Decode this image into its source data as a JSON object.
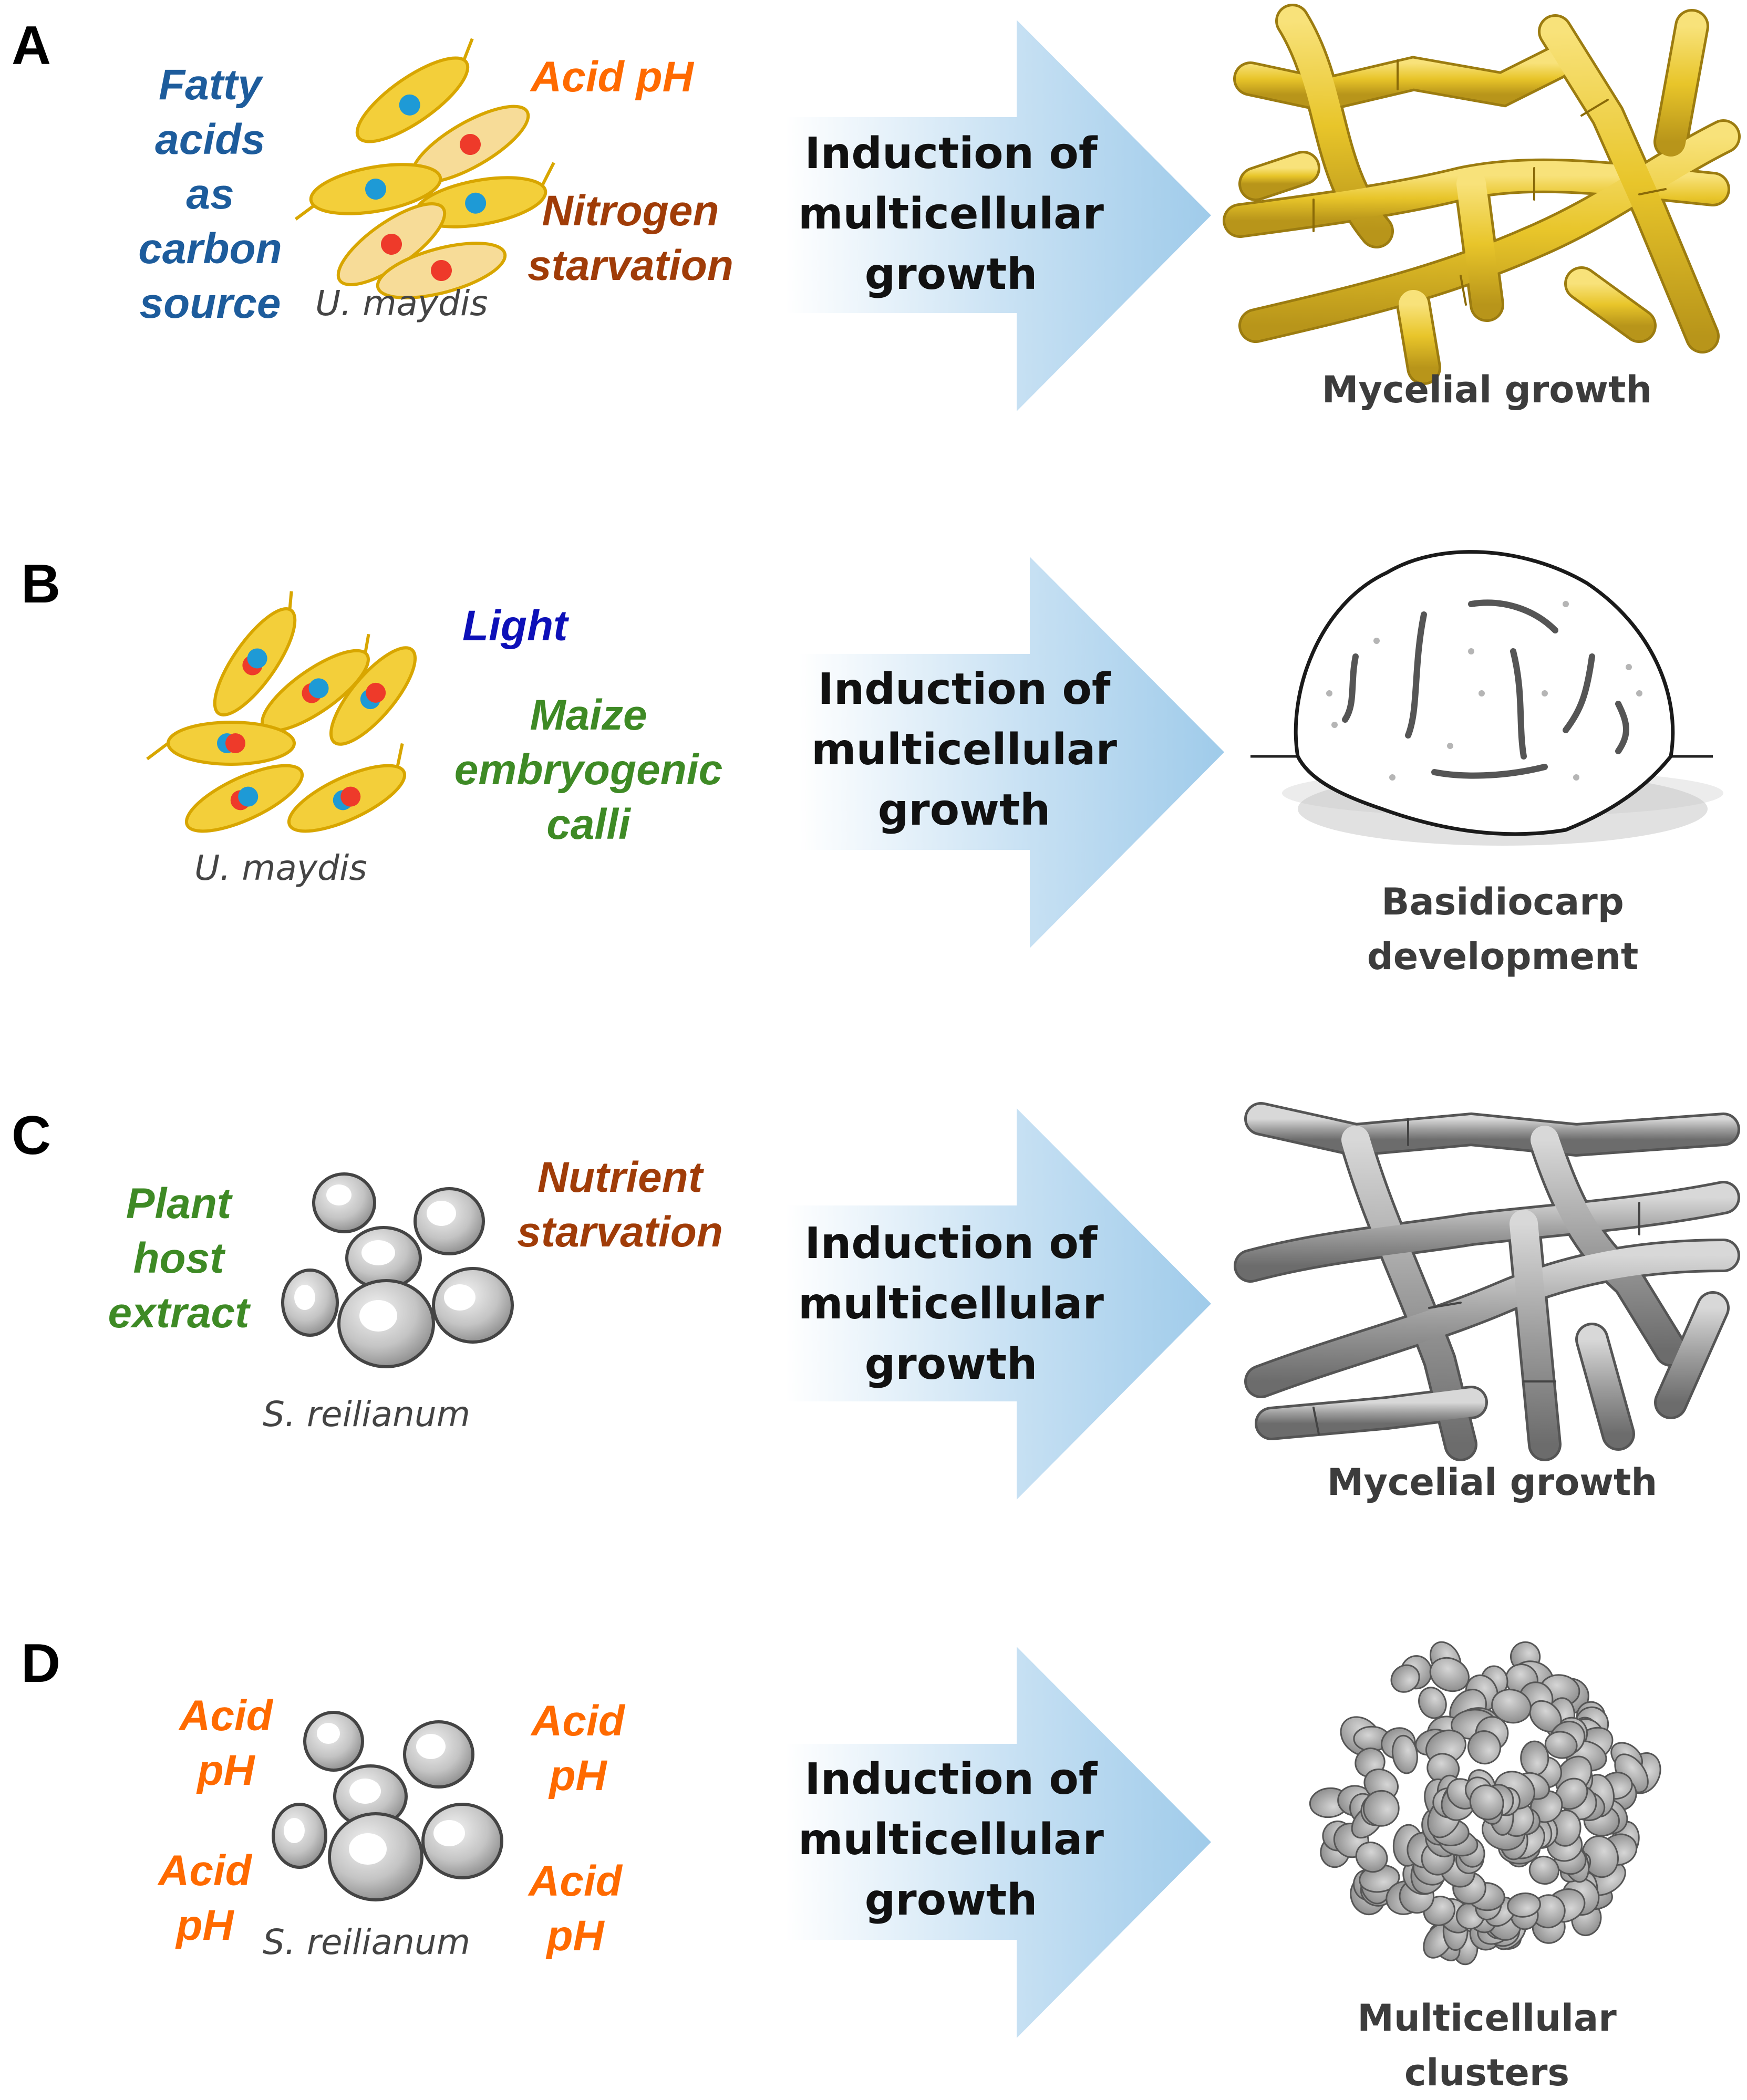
{
  "colors": {
    "blue_text": "#1d5c9c",
    "orange_text": "#ff6a00",
    "brown_text": "#a03c08",
    "dark_blue_text": "#0d10b8",
    "green_text": "#3e8a25",
    "yellow_cell": "#f3cf3a",
    "pale_cell": "#f7dc98",
    "gray_cell": "#c9c9c9",
    "arrow_light": "#ffffff",
    "arrow_dark": "#9fcbea"
  },
  "panels": [
    {
      "letter": "A",
      "conditions": {
        "fatty": [
          "Fatty",
          "acids",
          "as",
          "carbon",
          "source"
        ],
        "acid": "Acid pH",
        "nitrogen": [
          "Nitrogen",
          "starvation"
        ]
      },
      "organism": "U. maydis",
      "arrow_text": [
        "Induction of",
        "multicellular",
        "growth"
      ],
      "outcome": [
        "Mycelial growth"
      ],
      "outcome_icon": "yellow-hyphae"
    },
    {
      "letter": "B",
      "conditions": {
        "light": "Light",
        "maize": [
          "Maize",
          "embryogenic",
          "calli"
        ]
      },
      "organism": "U. maydis",
      "arrow_text": [
        "Induction of",
        "multicellular",
        "growth"
      ],
      "outcome": [
        "Basidiocarp",
        "development"
      ],
      "outcome_icon": "basidiocarp"
    },
    {
      "letter": "C",
      "conditions": {
        "plant": [
          "Plant",
          "host",
          "extract"
        ],
        "nutrient": [
          "Nutrient",
          "starvation"
        ]
      },
      "organism": "S. reilianum",
      "arrow_text": [
        "Induction of",
        "multicellular",
        "growth"
      ],
      "outcome": [
        "Mycelial growth"
      ],
      "outcome_icon": "gray-hyphae"
    },
    {
      "letter": "D",
      "conditions": {
        "acid_tl": [
          "Acid",
          "pH"
        ],
        "acid_tr": [
          "Acid",
          "pH"
        ],
        "acid_bl": [
          "Acid",
          "pH"
        ],
        "acid_br": [
          "Acid",
          "pH"
        ]
      },
      "organism": "S. reilianum",
      "arrow_text": [
        "Induction of",
        "multicellular",
        "growth"
      ],
      "outcome": [
        "Multicellular",
        "clusters"
      ],
      "outcome_icon": "cell-cluster"
    }
  ]
}
